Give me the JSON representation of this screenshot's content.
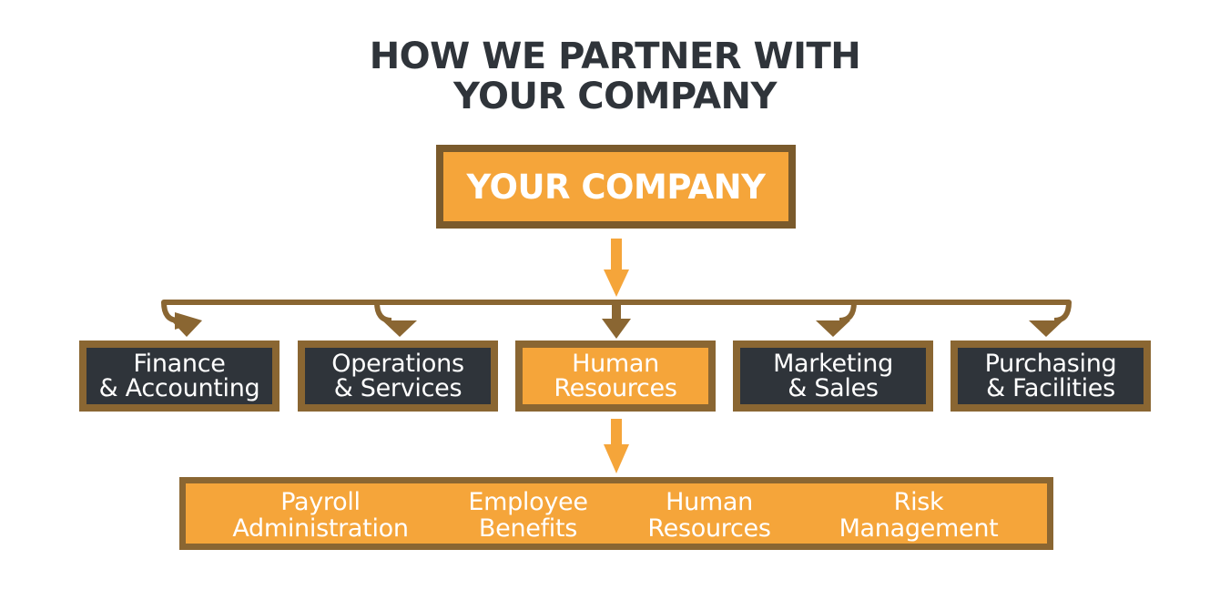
{
  "title": {
    "line1": "HOW WE PARTNER WITH",
    "line2": "YOUR COMPANY"
  },
  "company": {
    "label": "YOUR COMPANY"
  },
  "departments": [
    {
      "line1": "Finance",
      "line2": "& Accounting",
      "highlight": false
    },
    {
      "line1": "Operations",
      "line2": "& Services",
      "highlight": false
    },
    {
      "line1": "Human",
      "line2": "Resources",
      "highlight": true
    },
    {
      "line1": "Marketing",
      "line2": "& Sales",
      "highlight": false
    },
    {
      "line1": "Purchasing",
      "line2": "& Facilities",
      "highlight": false
    }
  ],
  "services": [
    {
      "line1": "Payroll",
      "line2": "Administration"
    },
    {
      "line1": "Employee",
      "line2": "Benefits"
    },
    {
      "line1": "Human",
      "line2": "Resources"
    },
    {
      "line1": "Risk",
      "line2": "Management"
    }
  ],
  "colors": {
    "orange": "#f5a53a",
    "brown": "#8a6632",
    "dark": "#2f343a",
    "text_dark": "#2f343a"
  }
}
